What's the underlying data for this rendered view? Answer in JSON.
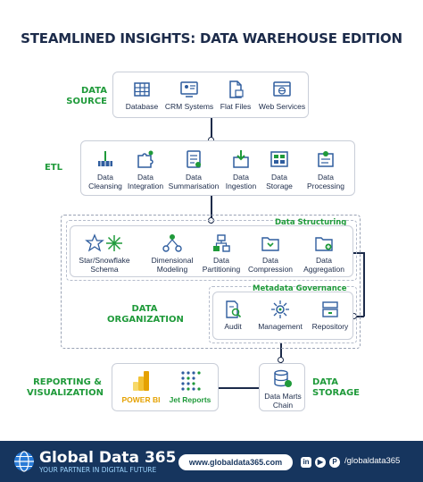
{
  "title": "STEAMLINED INSIGHTS: DATA WAREHOUSE EDITION",
  "labels": {
    "data_source_1": "DATA",
    "data_source_2": "SOURCE",
    "etl": "ETL",
    "data_org_1": "DATA",
    "data_org_2": "ORGANIZATION",
    "reporting_1": "REPORTING &",
    "reporting_2": "VISUALIZATION",
    "data_storage_1": "DATA",
    "data_storage_2": "STORAGE"
  },
  "data_source": {
    "items": [
      "Database",
      "CRM Systems",
      "Flat Files",
      "Web Services"
    ]
  },
  "etl": {
    "items": [
      [
        "Data",
        "Cleansing"
      ],
      [
        "Data",
        "Integration"
      ],
      [
        "Data",
        "Summarisation"
      ],
      [
        "Data",
        "Ingestion"
      ],
      [
        "Data",
        "Storage"
      ],
      [
        "Data",
        "Processing"
      ]
    ]
  },
  "data_structuring": {
    "title": "Data Structuring",
    "items": [
      [
        "Star/Snowflake",
        "Schema"
      ],
      [
        "Dimensional",
        "Modeling"
      ],
      [
        "Data",
        "Partitioning"
      ],
      [
        "Data",
        "Compression"
      ],
      [
        "Data",
        "Aggregation"
      ]
    ]
  },
  "metadata": {
    "title": "Metadata Governance",
    "items": [
      "Audit",
      "Management",
      "Repository"
    ]
  },
  "reporting": {
    "items": [
      "POWER BI",
      "Jet Reports"
    ]
  },
  "storage": {
    "items": [
      [
        "Data Marts",
        "Chain"
      ]
    ]
  },
  "footer": {
    "brand": "Global Data 365",
    "tagline": "YOUR PARTNER IN DIGITAL FUTURE",
    "website": "www.globaldata365.com",
    "handle": "/globaldata365",
    "social": [
      "in",
      "▶",
      "P"
    ]
  },
  "colors": {
    "navy": "#1c2b4a",
    "green": "#1f9a3a",
    "footer": "#16355e",
    "icon_blue": "#2f5d9e"
  }
}
